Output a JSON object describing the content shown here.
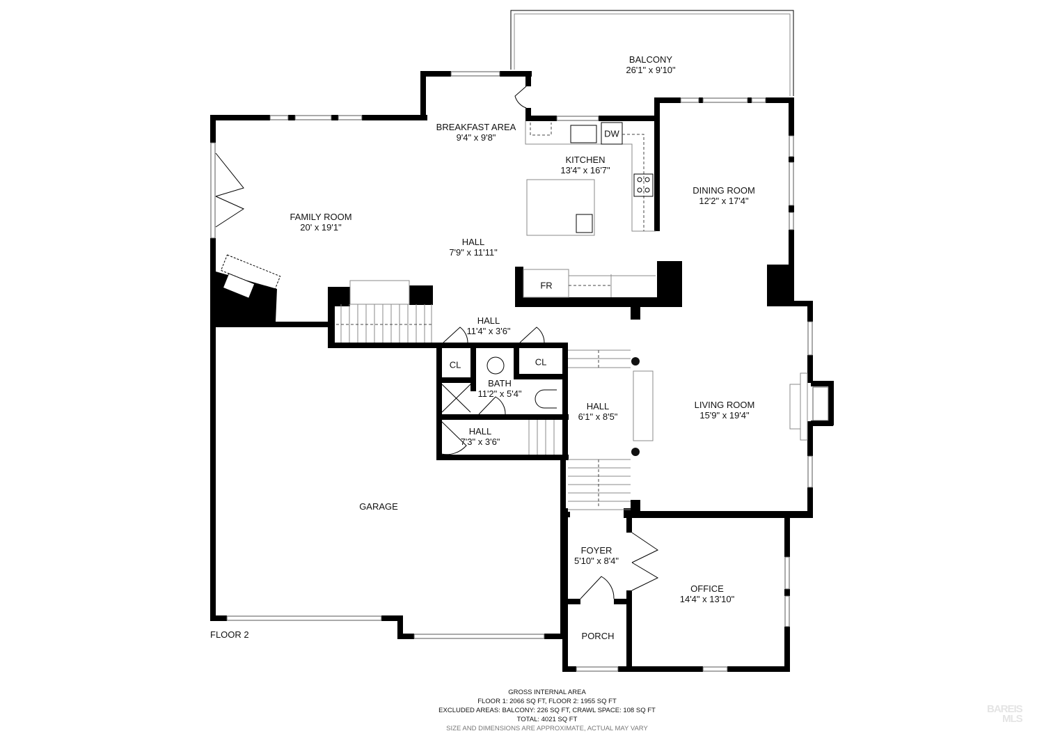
{
  "floor_label": "FLOOR 2",
  "rooms": {
    "balcony": {
      "name": "BALCONY",
      "dims": "26'1\" x 9'10\""
    },
    "breakfast_area": {
      "name": "BREAKFAST AREA",
      "dims": "9'4\" x 9'8\""
    },
    "kitchen": {
      "name": "KITCHEN",
      "dims": "13'4\" x 16'7\""
    },
    "dining_room": {
      "name": "DINING ROOM",
      "dims": "12'2\" x 17'4\""
    },
    "family_room": {
      "name": "FAMILY ROOM",
      "dims": "20' x 19'1\""
    },
    "hall_main": {
      "name": "HALL",
      "dims": "7'9\" x 11'11\""
    },
    "hall_upper": {
      "name": "HALL",
      "dims": "11'4\" x 3'6\""
    },
    "bath": {
      "name": "BATH",
      "dims": "11'2\" x 5'4\""
    },
    "hall_center": {
      "name": "HALL",
      "dims": "6'1\" x 8'5\""
    },
    "hall_lower": {
      "name": "HALL",
      "dims": "7'3\" x 3'6\""
    },
    "living_room": {
      "name": "LIVING ROOM",
      "dims": "15'9\" x 19'4\""
    },
    "garage": {
      "name": "GARAGE"
    },
    "foyer": {
      "name": "FOYER",
      "dims": "5'10\" x 8'4\""
    },
    "office": {
      "name": "OFFICE",
      "dims": "14'4\" x 13'10\""
    },
    "porch": {
      "name": "PORCH"
    }
  },
  "fixtures": {
    "dishwasher": "DW",
    "refrigerator": "FR",
    "closet_left": "CL",
    "closet_right": "CL"
  },
  "area_summary": {
    "title": "GROSS INTERNAL AREA",
    "floors": "FLOOR 1: 2066 SQ FT, FLOOR 2: 1955 SQ FT",
    "excluded": "EXCLUDED AREAS: BALCONY: 226 SQ FT, CRAWL SPACE: 108 SQ FT",
    "total": "TOTAL: 4021 SQ FT",
    "disclaimer": "SIZE AND DIMENSIONS ARE APPROXIMATE, ACTUAL MAY VARY"
  },
  "watermark": {
    "line1": "BAREIS",
    "line2": "MLS"
  }
}
